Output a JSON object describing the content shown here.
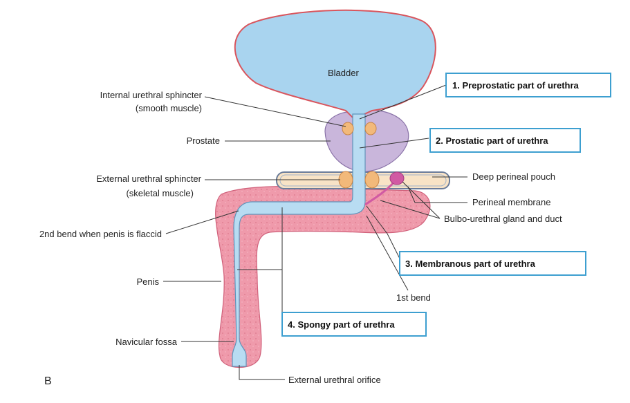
{
  "figure": {
    "panel_letter": "B",
    "colors": {
      "bladder_fill": "#a9d4ef",
      "bladder_outline": "#d9555d",
      "urethra_fill": "#b8dcf2",
      "prostate_fill": "#c9b6db",
      "sphincter_fill": "#f2b97a",
      "pouch_fill": "#f8e3c6",
      "penis_fill": "#ef9aab",
      "gland_fill": "#d15aa3",
      "box_border": "#3d9fd0"
    }
  },
  "structures": {
    "bladder": "Bladder"
  },
  "labels_left": {
    "internal_sphincter_1": "Internal urethral sphincter",
    "internal_sphincter_2": "(smooth muscle)",
    "prostate": "Prostate",
    "external_sphincter_1": "External urethral sphincter",
    "external_sphincter_2": "(skeletal muscle)",
    "second_bend": "2nd bend when penis is flaccid",
    "penis": "Penis",
    "navicular_fossa": "Navicular fossa"
  },
  "labels_right": {
    "deep_perineal_pouch": "Deep perineal pouch",
    "perineal_membrane": "Perineal membrane",
    "bulbo_urethral": "Bulbo-urethral gland and duct",
    "first_bend": "1st bend",
    "external_orifice": "External urethral orifice"
  },
  "parts": {
    "preprostatic": "1. Preprostatic part of urethra",
    "prostatic": "2. Prostatic part of urethra",
    "membranous": "3. Membranous part of urethra",
    "spongy": "4. Spongy part of urethra"
  }
}
